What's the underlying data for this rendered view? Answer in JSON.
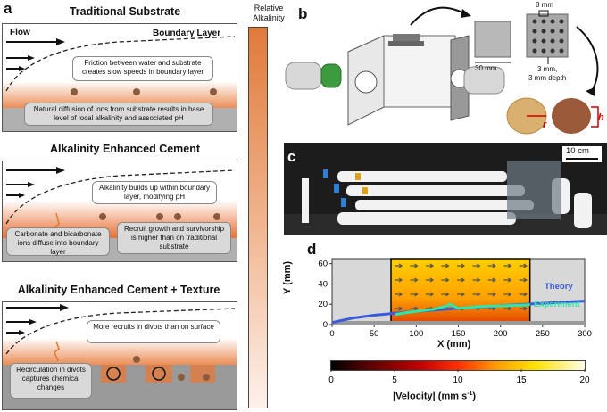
{
  "panel_a": {
    "label": "a",
    "traditional": {
      "title": "Traditional Substrate",
      "flow_label": "Flow",
      "boundary_label": "Boundary Layer",
      "note_friction": "Friction between water and substrate creates slow speeds in boundary layer",
      "note_diffusion": "Natural diffusion of ions from substrate results in base level of local alkalinity and associated pH"
    },
    "enhanced": {
      "title": "Alkalinity Enhanced Cement",
      "note_buildup": "Alkalinity builds up within boundary layer, modifying pH",
      "note_ions": "Carbonate and bicarbonate ions diffuse into boundary layer",
      "note_recruit": "Recruit growth and survivorship is higher than on traditional substrate"
    },
    "texture": {
      "title": "Alkalinity Enhanced Cement + Texture",
      "note_divots": "More recruits in divots than on surface",
      "note_recirc": "Recirculation in divots captures chemical changes"
    },
    "alkalinity_label_1": "Relative",
    "alkalinity_label_2": "Alkalinity"
  },
  "panel_b": {
    "label": "b",
    "plate_width": "30 mm",
    "hole_spacing": "8 mm",
    "hole_size_1": "3 mm,",
    "hole_size_2": "3 mm depth",
    "radius_label": "r",
    "height_label": "h"
  },
  "panel_c": {
    "label": "c",
    "scale_bar": "10 cm"
  },
  "panel_d": {
    "label": "d",
    "legend_theory": "Theory",
    "legend_experiment": "Experiment",
    "colorbar_label": "|Velocity| (mm s",
    "colorbar_sup": "-1",
    "colorbar_close": ")"
  },
  "chart_data": {
    "type": "line",
    "xlabel": "X (mm)",
    "ylabel": "Y (mm)",
    "xlim": [
      0,
      300
    ],
    "ylim": [
      0,
      65
    ],
    "x_ticks": [
      0,
      50,
      100,
      150,
      200,
      250,
      300
    ],
    "y_ticks": [
      0,
      20,
      40,
      60
    ],
    "heatmap_x_range": [
      70,
      235
    ],
    "series": [
      {
        "name": "Theory",
        "color": "#3a5bd9",
        "x": [
          0,
          25,
          50,
          75,
          100,
          125,
          150,
          175,
          200,
          225,
          250,
          275,
          300
        ],
        "y": [
          2,
          6.5,
          9.2,
          11.2,
          13,
          14.5,
          16,
          17.3,
          18.6,
          19.8,
          21,
          22.1,
          23.2
        ]
      },
      {
        "name": "Experiment",
        "color": "#2ee6a8",
        "x": [
          75,
          90,
          105,
          120,
          135,
          140,
          150,
          165,
          180,
          200,
          220,
          235
        ],
        "y": [
          10,
          12,
          13.5,
          15,
          18,
          20,
          16,
          17,
          18,
          18.5,
          19,
          19.5
        ]
      }
    ],
    "colorbar": {
      "min": 0,
      "max": 20,
      "ticks": [
        0,
        5,
        10,
        15,
        20
      ]
    }
  }
}
